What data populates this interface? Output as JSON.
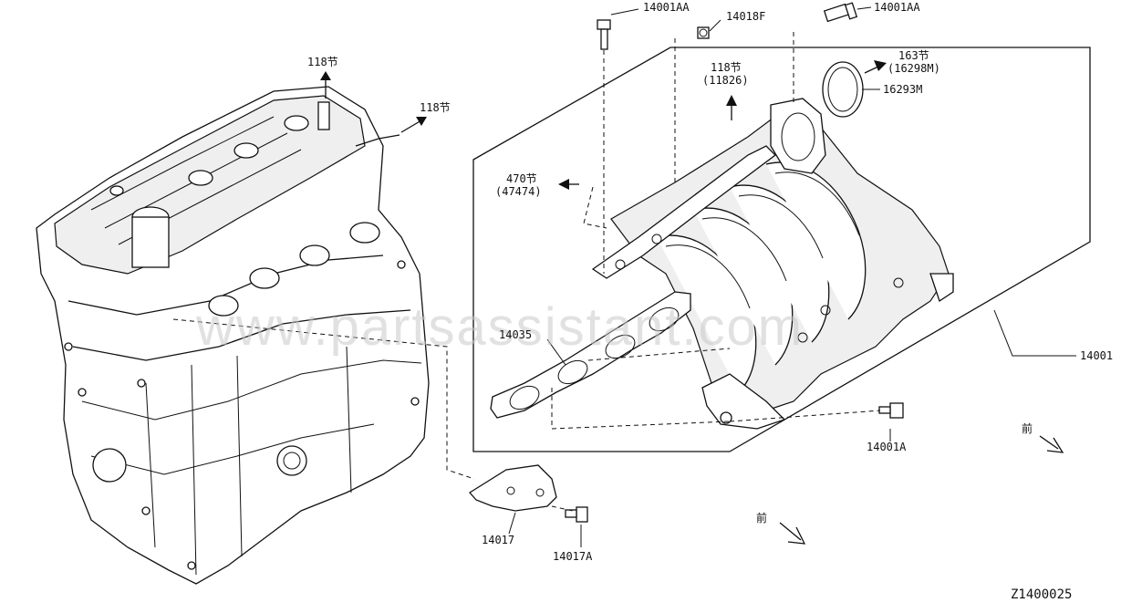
{
  "watermark": "www.partsassistant.com",
  "diagram_code": "Z1400025",
  "front_marker": "前",
  "labels": {
    "p14001AA_top": "14001AA",
    "p14018F": "14018F",
    "p14001AA_right": "14001AA",
    "ref163": "163节",
    "ref16298M": "(16298M)",
    "p16293M": "16293M",
    "ref118_mid": "118节",
    "ref11826": "(11826)",
    "ref470": "470节",
    "ref47474": "(47474)",
    "ref118_a": "118节",
    "ref118_b": "118节",
    "p14035": "14035",
    "p14001": "14001",
    "p14001A": "14001A",
    "p14017": "14017",
    "p14017A": "14017A"
  }
}
